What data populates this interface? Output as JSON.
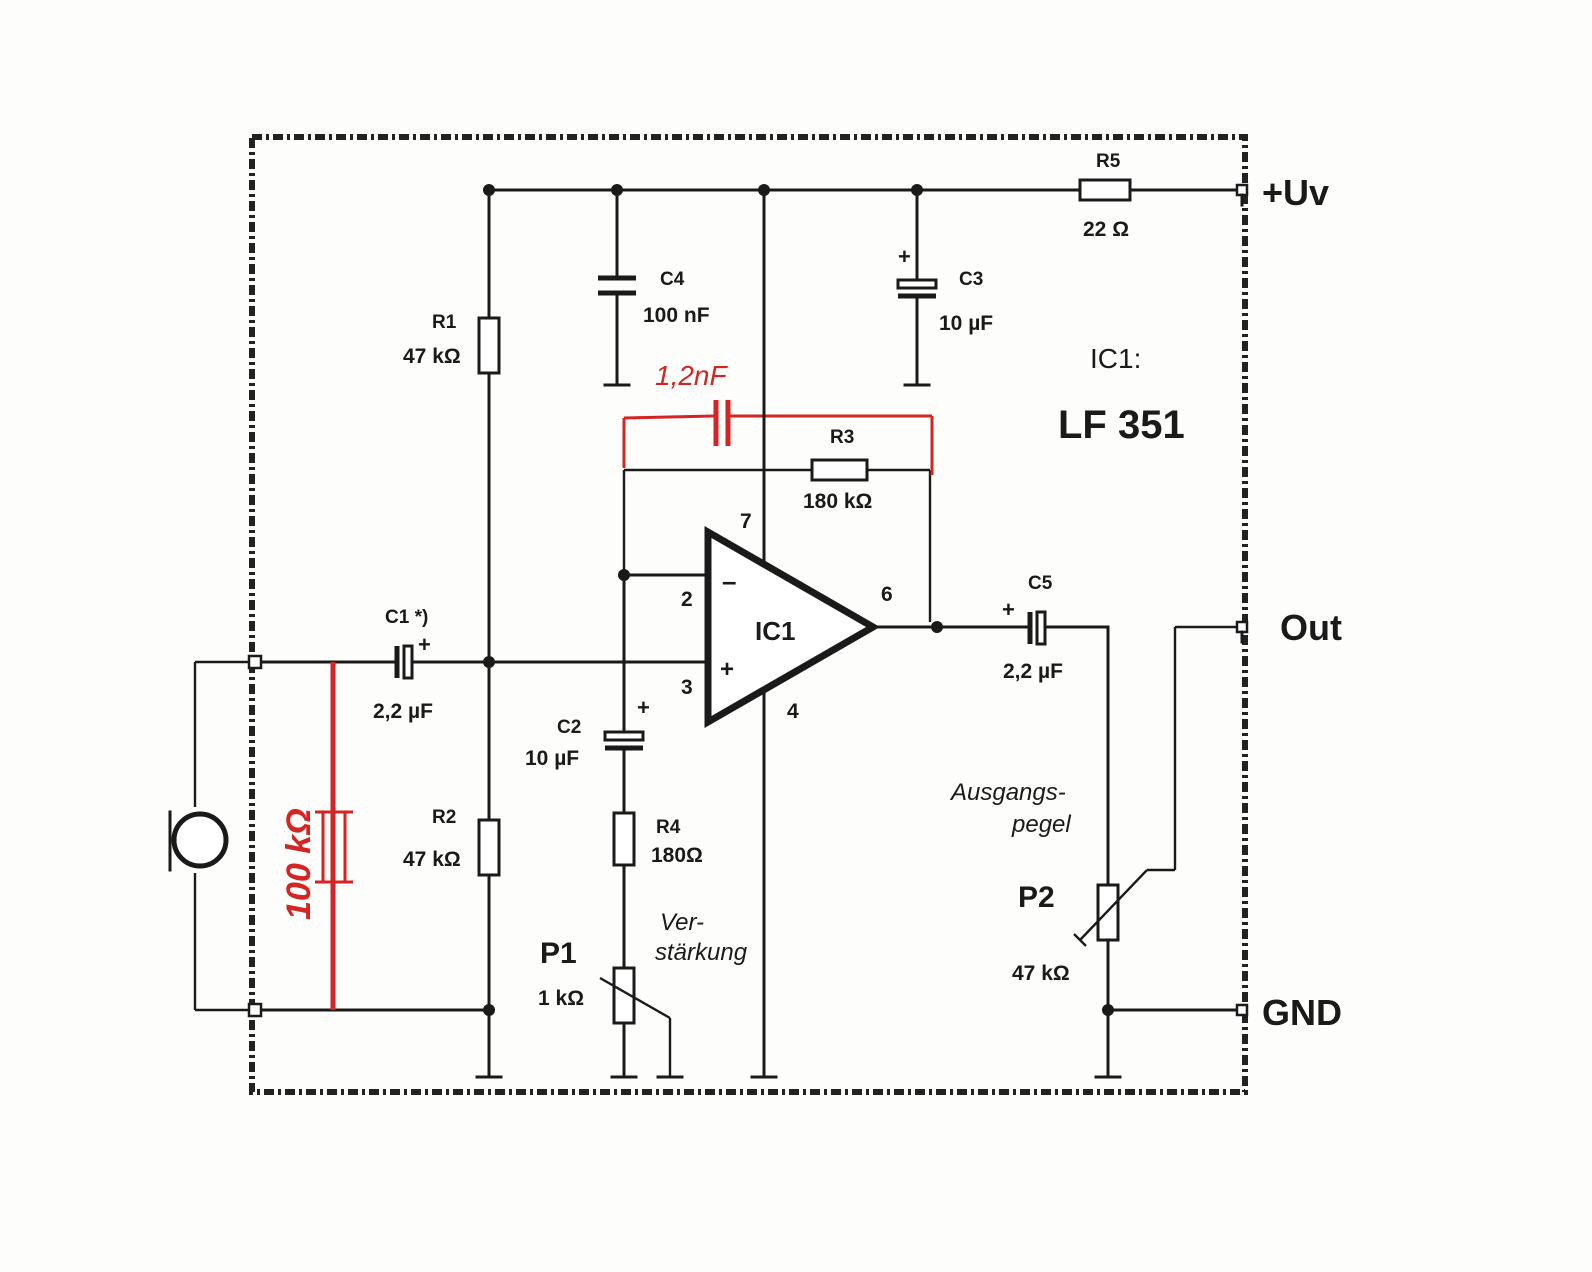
{
  "supply_terminal": "+Uv",
  "out_terminal": "Out",
  "gnd_terminal": "GND",
  "ic": {
    "title": "IC1:",
    "type": "LF 351",
    "label": "IC1",
    "pins": {
      "inv": "2",
      "noninv": "3",
      "vplus": "7",
      "vminus": "4",
      "out": "6"
    }
  },
  "components": {
    "r1": {
      "name": "R1",
      "value": "47 kΩ"
    },
    "r2": {
      "name": "R2",
      "value": "47 kΩ"
    },
    "r3": {
      "name": "R3",
      "value": "180 kΩ"
    },
    "r4": {
      "name": "R4",
      "value": "180Ω"
    },
    "r5": {
      "name": "R5",
      "value": "22 Ω"
    },
    "c1": {
      "name": "C1 *)",
      "value": "2,2 µF"
    },
    "c2": {
      "name": "C2",
      "value": "10  µF"
    },
    "c3": {
      "name": "C3",
      "value": "10 µF"
    },
    "c4": {
      "name": "C4",
      "value": "100 nF"
    },
    "c5": {
      "name": "C5",
      "value": "2,2 µF"
    },
    "p1": {
      "name": "P1",
      "value": "1 kΩ",
      "function_line1": "Ver-",
      "function_line2": "stärkung"
    },
    "p2": {
      "name": "P2",
      "value": "47 kΩ",
      "function_line1": "Ausgangs-",
      "function_line2": "pegel"
    }
  },
  "handwritten": {
    "cap": "1,2nF",
    "resistor": "100 kΩ"
  },
  "ink_color": "#d42424"
}
